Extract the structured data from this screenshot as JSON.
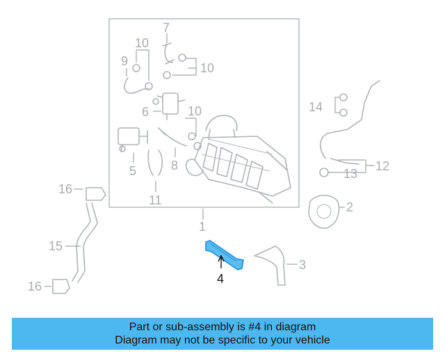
{
  "callouts": {
    "c1": "1",
    "c2": "2",
    "c3": "3",
    "c4": "4",
    "c5": "5",
    "c6": "6",
    "c7": "7",
    "c8": "8",
    "c9": "9",
    "c10a": "10",
    "c10b": "10",
    "c10c": "10",
    "c11": "11",
    "c12": "12",
    "c13": "13",
    "c14": "14",
    "c15": "15",
    "c16a": "16",
    "c16b": "16"
  },
  "highlight": {
    "part_number": "4",
    "color": "#1b8ed8",
    "fill": "#5bbcef"
  },
  "banner": {
    "line1": "Part or sub-assembly is #4 in diagram",
    "line2": "Diagram may not be specific to your vehicle",
    "background": "#4db8f0"
  }
}
